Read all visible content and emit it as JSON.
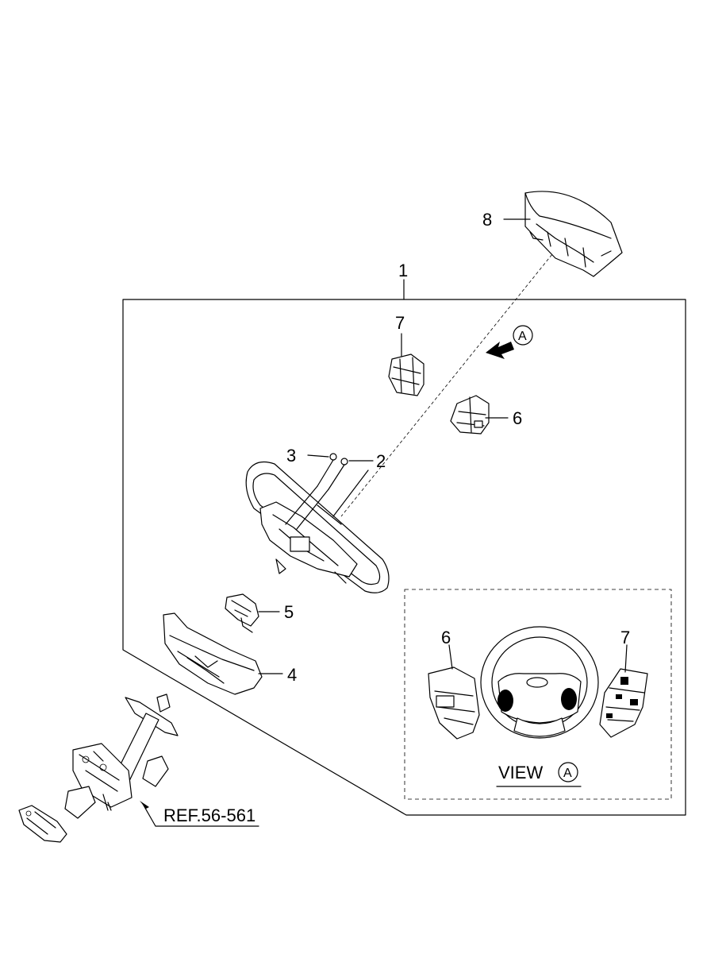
{
  "callouts": {
    "c1": "1",
    "c2": "2",
    "c3": "3",
    "c4": "4",
    "c5": "5",
    "c6": "6",
    "c7": "7",
    "c8": "8",
    "view_c6": "6",
    "view_c7": "7"
  },
  "view_marker": "A",
  "view_label": {
    "text": "VIEW",
    "marker": "A"
  },
  "reference": "REF.56-561"
}
